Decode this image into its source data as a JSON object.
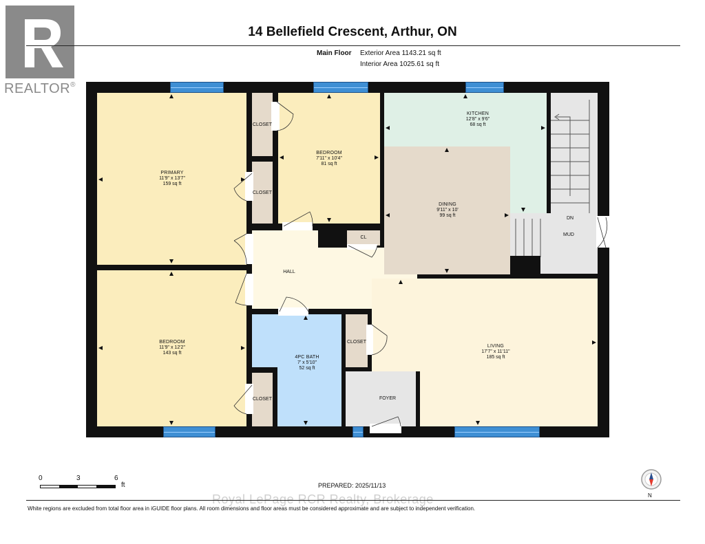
{
  "header": {
    "title": "14 Bellefield Crescent, Arthur, ON",
    "floor_label": "Main Floor",
    "exterior_area": "Exterior Area 1143.21 sq ft",
    "interior_area": "Interior Area 1025.61 sq ft"
  },
  "logo": {
    "text": "REALTOR",
    "mark": "®",
    "color": "#8a8a8a"
  },
  "rooms": {
    "primary": {
      "name": "PRIMARY",
      "dims": "11'9\" x 13'7\"",
      "area": "159 sq ft",
      "color": "#fbedbd"
    },
    "bedroom1": {
      "name": "BEDROOM",
      "dims": "7'11\" x 10'4\"",
      "area": "81 sq ft",
      "color": "#fbedbd"
    },
    "bedroom2": {
      "name": "BEDROOM",
      "dims": "11'9\" x 12'2\"",
      "area": "143 sq ft",
      "color": "#fbedbd"
    },
    "kitchen": {
      "name": "KITCHEN",
      "dims": "12'8\" x 9'6\"",
      "area": "68 sq ft",
      "color": "#dff0e6"
    },
    "dining": {
      "name": "DINING",
      "dims": "9'11\" x 10'",
      "area": "99 sq ft",
      "color": "#e5dacb"
    },
    "living": {
      "name": "LIVING",
      "dims": "17'7\" x 11'11\"",
      "area": "185 sq ft",
      "color": "#fdf4dc"
    },
    "bath": {
      "name": "4PC BATH",
      "dims": "7' x 5'10\"",
      "area": "52 sq ft",
      "color": "#bfe0fb"
    },
    "hall": {
      "name": "HALL",
      "color": "#fef8e3"
    },
    "foyer": {
      "name": "FOYER",
      "color": "#e6e6e6"
    },
    "mud": {
      "name": "MUD",
      "color": "#e6e6e6"
    },
    "dn": {
      "name": "DN"
    },
    "cl": {
      "name": "CL"
    },
    "closet1": {
      "name": "CLOSET"
    },
    "closet2": {
      "name": "CLOSET"
    },
    "closet3": {
      "name": "CLOSET"
    },
    "closet4": {
      "name": "CLOSET"
    },
    "closet_color": "#e5dacb"
  },
  "scale": {
    "t0": "0",
    "t3": "3",
    "t6": "6",
    "unit": "ft"
  },
  "prepared": "PREPARED: 2025/11/13",
  "watermark": "Royal LePage RCR Realty, Brokerage",
  "compass": {
    "label": "N"
  },
  "footer": "White regions are excluded from total floor area in iGUIDE floor plans. All room dimensions and floor areas must be considered approximate and are subject to independent verification."
}
